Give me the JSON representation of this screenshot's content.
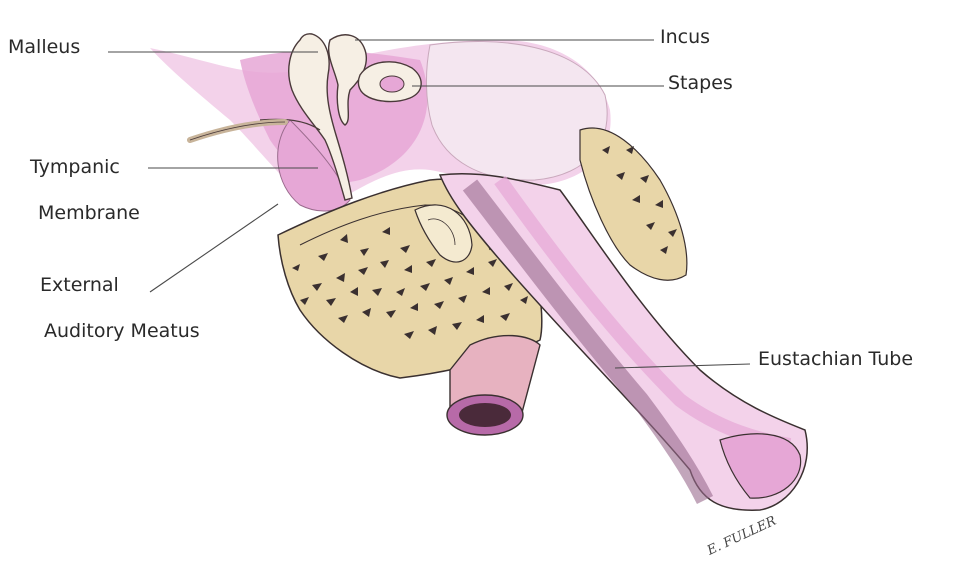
{
  "labels": {
    "malleus": "Malleus",
    "incus": "Incus",
    "stapes": "Stapes",
    "tympanic_membrane_line1": "Tympanic",
    "tympanic_membrane_line2": "Membrane",
    "external_auditory_meatus_line1": "External",
    "external_auditory_meatus_line2": "Auditory Meatus",
    "eustachian_tube": "Eustachian Tube"
  },
  "signature": "E. FULLER",
  "colors": {
    "pink": "#e6a7d6",
    "pink_light": "#f3d2ea",
    "purple": "#b76aa8",
    "tube_pink": "#e7b2c0",
    "bone": "#e8d6a8",
    "bone_light": "#f4ead0",
    "ink": "#2a2a2a"
  }
}
